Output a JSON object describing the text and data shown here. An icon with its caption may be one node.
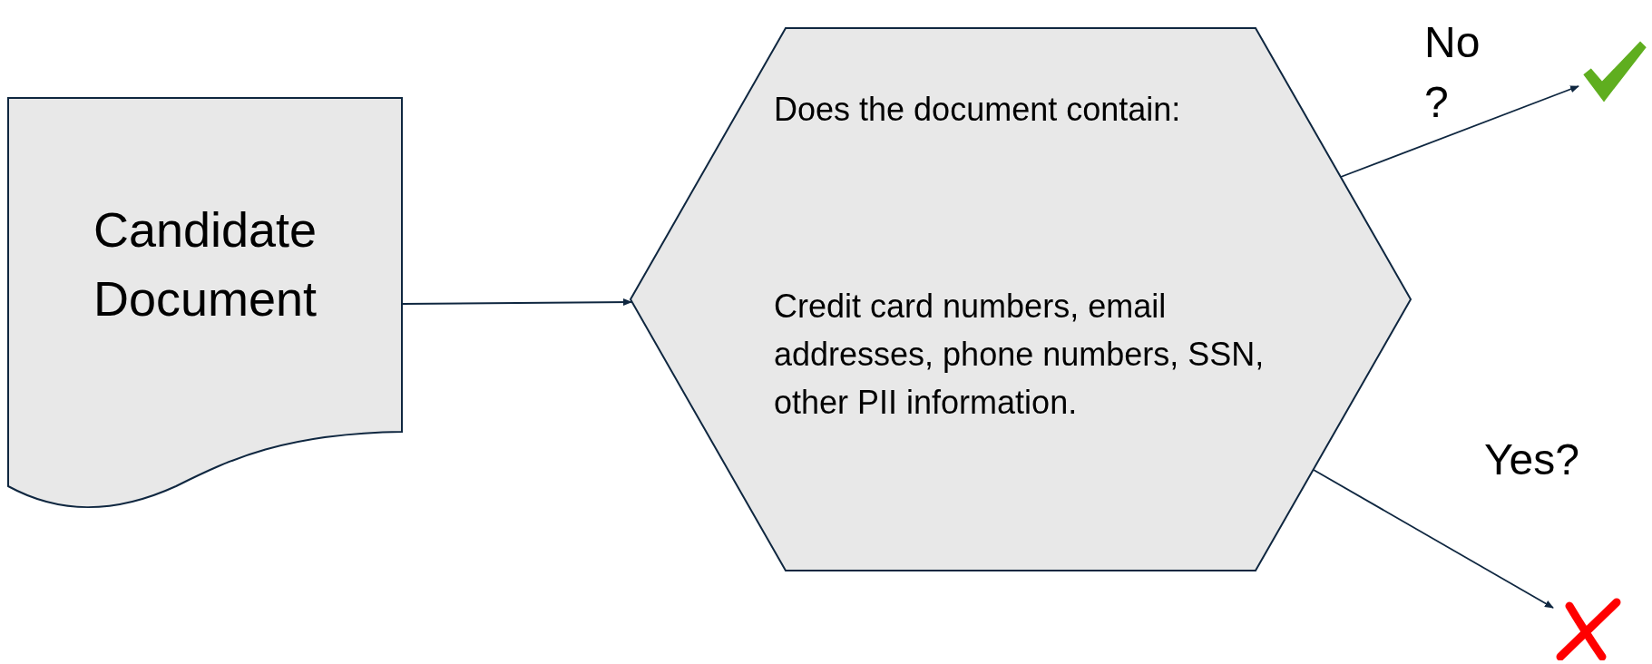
{
  "diagram": {
    "nodes": [
      {
        "text": [
          "Candidate Document"
        ]
      },
      {
        "text": [
          "Does the document contain:",
          "Credit card numbers, email addresses, phone numbers, SSN, other PII information."
        ]
      },
      {
        "text": [],
        "shape": "check"
      },
      {
        "text": [],
        "shape": "cross"
      }
    ],
    "edges": [
      {
        "from": 0,
        "to": 1,
        "arrow": "to"
      },
      {
        "from": 1,
        "to": 2,
        "arrow": "to",
        "label": "No ?"
      },
      {
        "from": 1,
        "to": 3,
        "arrow": "to",
        "label": "Yes?"
      }
    ]
  }
}
